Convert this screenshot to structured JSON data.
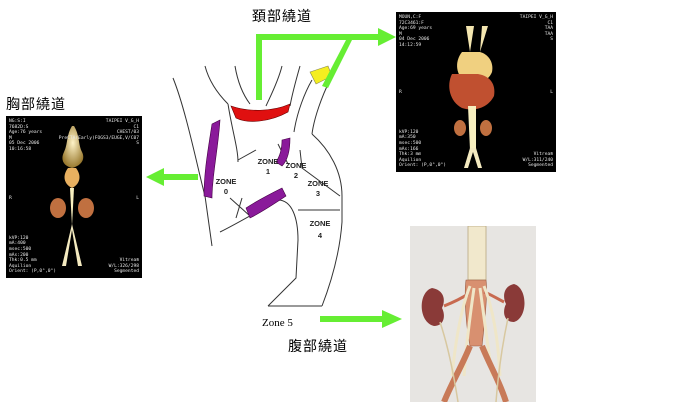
{
  "labels": {
    "neck": "頚部繞道",
    "chest": "胸部繞道",
    "abdomen": "腹部繞道"
  },
  "zones": {
    "z0": [
      "ZONE",
      "0"
    ],
    "z1": [
      "ZONE",
      "1"
    ],
    "z2": [
      "ZONE",
      "2"
    ],
    "z3": [
      "ZONE",
      "3"
    ],
    "z4": [
      "ZONE",
      "4"
    ],
    "z5": "Zone 5"
  },
  "left_scan": {
    "tl": [
      "NG:S:I",
      "7682D:S",
      "Age:76 years",
      "M",
      "05 Dec 2006",
      "10:16:58"
    ],
    "tr": [
      "TAIPEI V_G_H",
      "C1",
      "CHEST/03",
      "PreCTA(Early)FOGS3/EUGE,V/C07",
      "",
      "S"
    ],
    "mid_l": "R",
    "mid_r": "L",
    "bl": [
      "kVP:120",
      "mA:400",
      "msec:500",
      "mAs:200",
      "Thk:0.5 mm",
      "Aquilion",
      "Orient: (P,0°,0°)"
    ],
    "br": [
      "Vitrea®",
      "W/L:326/298",
      "Segmented"
    ]
  },
  "right_scan": {
    "tl": [
      "MOUN,C:F",
      "72C3461:F",
      "Age:69 years",
      "M",
      "04 Dec 2006",
      "14:12:59"
    ],
    "tr": [
      "TAIPEI V_G_H",
      "C1",
      "TAA",
      "TAA",
      "",
      "S"
    ],
    "mid_l": "R",
    "mid_r": "L",
    "bl": [
      "kVP:120",
      "mA:350",
      "msec:500",
      "mAs:166",
      "Thk:3 mm",
      "Aquilion",
      "Orient: (P,0°,0°)"
    ],
    "br": [
      "Vitrea®",
      "W/L:311/240",
      "Segmented"
    ]
  },
  "colors": {
    "arrow": "#66ee33",
    "red_band": "#e01010",
    "yellow_band": "#f4ee20",
    "purple_band": "#8a1a9a"
  }
}
